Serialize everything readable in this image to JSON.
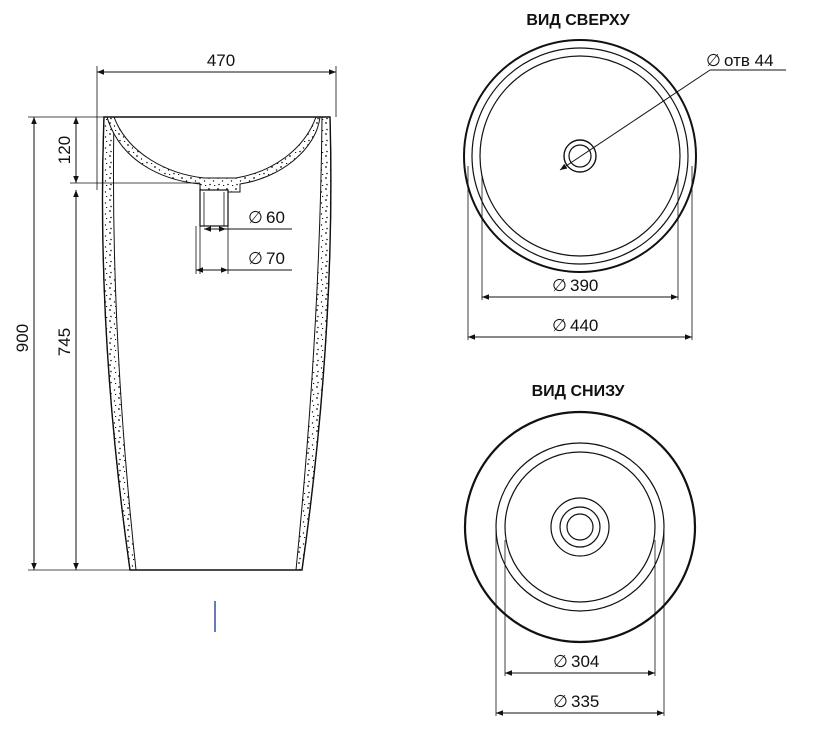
{
  "side_view": {
    "width_label": "470",
    "depth_label": "120",
    "height_total_label": "900",
    "height_lower_label": "745",
    "drain_inner_label": "60",
    "drain_outer_label": "70"
  },
  "top_view": {
    "title": "ВИД СВЕРХУ",
    "hole_label": "отв 44",
    "inner_diameter_label": "390",
    "outer_diameter_label": "440"
  },
  "bottom_view": {
    "title": "ВИД СНИЗУ",
    "inner_diameter_label": "304",
    "outer_diameter_label": "335"
  },
  "diameter_symbol": "∅",
  "colors": {
    "line": "#111111",
    "background": "#ffffff",
    "marker": "#2a3fa0"
  }
}
